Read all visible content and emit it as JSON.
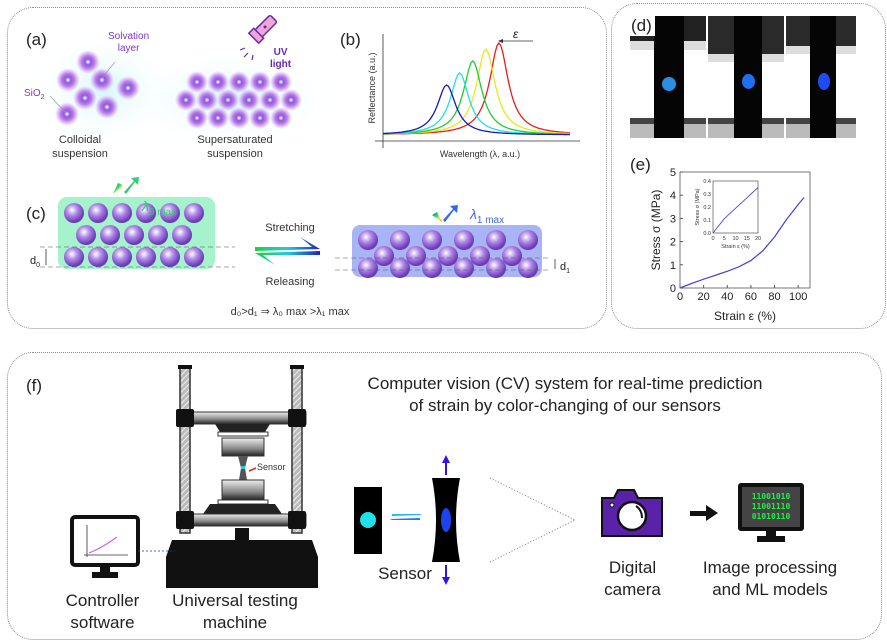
{
  "panels": {
    "a": {
      "label": "(a)",
      "solvation_label": "Solvation layer",
      "solvation_line1": "Solvation",
      "solvation_line2": "layer",
      "sio2_label": "SiO",
      "sio2_sub": "2",
      "uv_line1": "UV",
      "uv_line2": "light",
      "colloidal_line1": "Colloidal",
      "colloidal_line2": "suspension",
      "super_line1": "Supersaturated",
      "super_line2": "suspension"
    },
    "b": {
      "label": "(b)",
      "strain_symbol": "ε"
    },
    "c": {
      "label": "(c)",
      "lambda0": "λ",
      "lambda0_sub": "0 max",
      "lambda1": "λ",
      "lambda1_sub": "1 max",
      "d0": "d",
      "d0_sub": "0",
      "d1": "d",
      "d1_sub": "1",
      "stretching": "Stretching",
      "releasing": "Releasing",
      "relation": "d₀>d₁ ⇒ λ₀ max >λ₁ max"
    },
    "d": {
      "label": "(d)",
      "dot_colors": [
        "#2a8fe0",
        "#1f6ff0",
        "#1d4cf5"
      ]
    },
    "e": {
      "label": "(e)"
    },
    "f": {
      "label": "(f)",
      "title_line1": "Computer vision (CV) system for real-time prediction",
      "title_line2": "of strain by color-changing of our sensors",
      "sensor_callout": "Sensor",
      "controller_line1": "Controller",
      "controller_line2": "software",
      "utm_line1": "Universal testing",
      "utm_line2": "machine",
      "sensor_label": "Sensor",
      "camera_line1": "Digital",
      "camera_line2": "camera",
      "ml_line1": "Image processing",
      "ml_line2": "and ML models",
      "binary": [
        "11001010",
        "11001110",
        "01010110"
      ]
    }
  },
  "chart_data": [
    {
      "type": "line",
      "title": "",
      "xlabel": "Wavelength (λ, a.u.)",
      "ylabel": "Reflectance (a.u.)",
      "annotation": "ε (arrow pointing left: peak shifts to shorter wavelength with strain)",
      "series": [
        {
          "name": "red",
          "color": "#e02020",
          "peak_x": 0.62,
          "peak_y": 0.92
        },
        {
          "name": "yellow",
          "color": "#e8e820",
          "peak_x": 0.55,
          "peak_y": 0.86
        },
        {
          "name": "green",
          "color": "#22cc33",
          "peak_x": 0.48,
          "peak_y": 0.74
        },
        {
          "name": "cyan",
          "color": "#22dde8",
          "peak_x": 0.41,
          "peak_y": 0.62
        },
        {
          "name": "blue",
          "color": "#1a1ab0",
          "peak_x": 0.34,
          "peak_y": 0.5
        }
      ]
    },
    {
      "type": "line",
      "title": "",
      "xlabel": "Strain ε  (%)",
      "ylabel": "Stress σ (MPa)",
      "xlim": [
        0,
        110
      ],
      "ylim": [
        0,
        5
      ],
      "xticks": [
        "0",
        "20",
        "40",
        "60",
        "80",
        "100"
      ],
      "yticks": [
        "0",
        "1",
        "2",
        "3",
        "4",
        "5"
      ],
      "series": [
        {
          "name": "stress-strain",
          "color": "#4a4ad0",
          "x": [
            0,
            10,
            20,
            30,
            40,
            50,
            60,
            70,
            80,
            90,
            100,
            105
          ],
          "y": [
            0,
            0.2,
            0.38,
            0.55,
            0.72,
            0.92,
            1.18,
            1.6,
            2.2,
            2.95,
            3.6,
            3.9
          ]
        }
      ],
      "inset": {
        "xlabel": "Strain ε (%)",
        "ylabel": "Stress σ (MPa)",
        "xlim": [
          0,
          20
        ],
        "ylim": [
          0,
          0.4
        ],
        "xticks": [
          "0",
          "5",
          "10",
          "15",
          "20"
        ],
        "yticks": [
          "0.0",
          "0.1",
          "0.2",
          "0.3",
          "0.4"
        ],
        "x": [
          0,
          5,
          10,
          15,
          20
        ],
        "y": [
          0,
          0.11,
          0.19,
          0.27,
          0.35
        ]
      }
    }
  ]
}
